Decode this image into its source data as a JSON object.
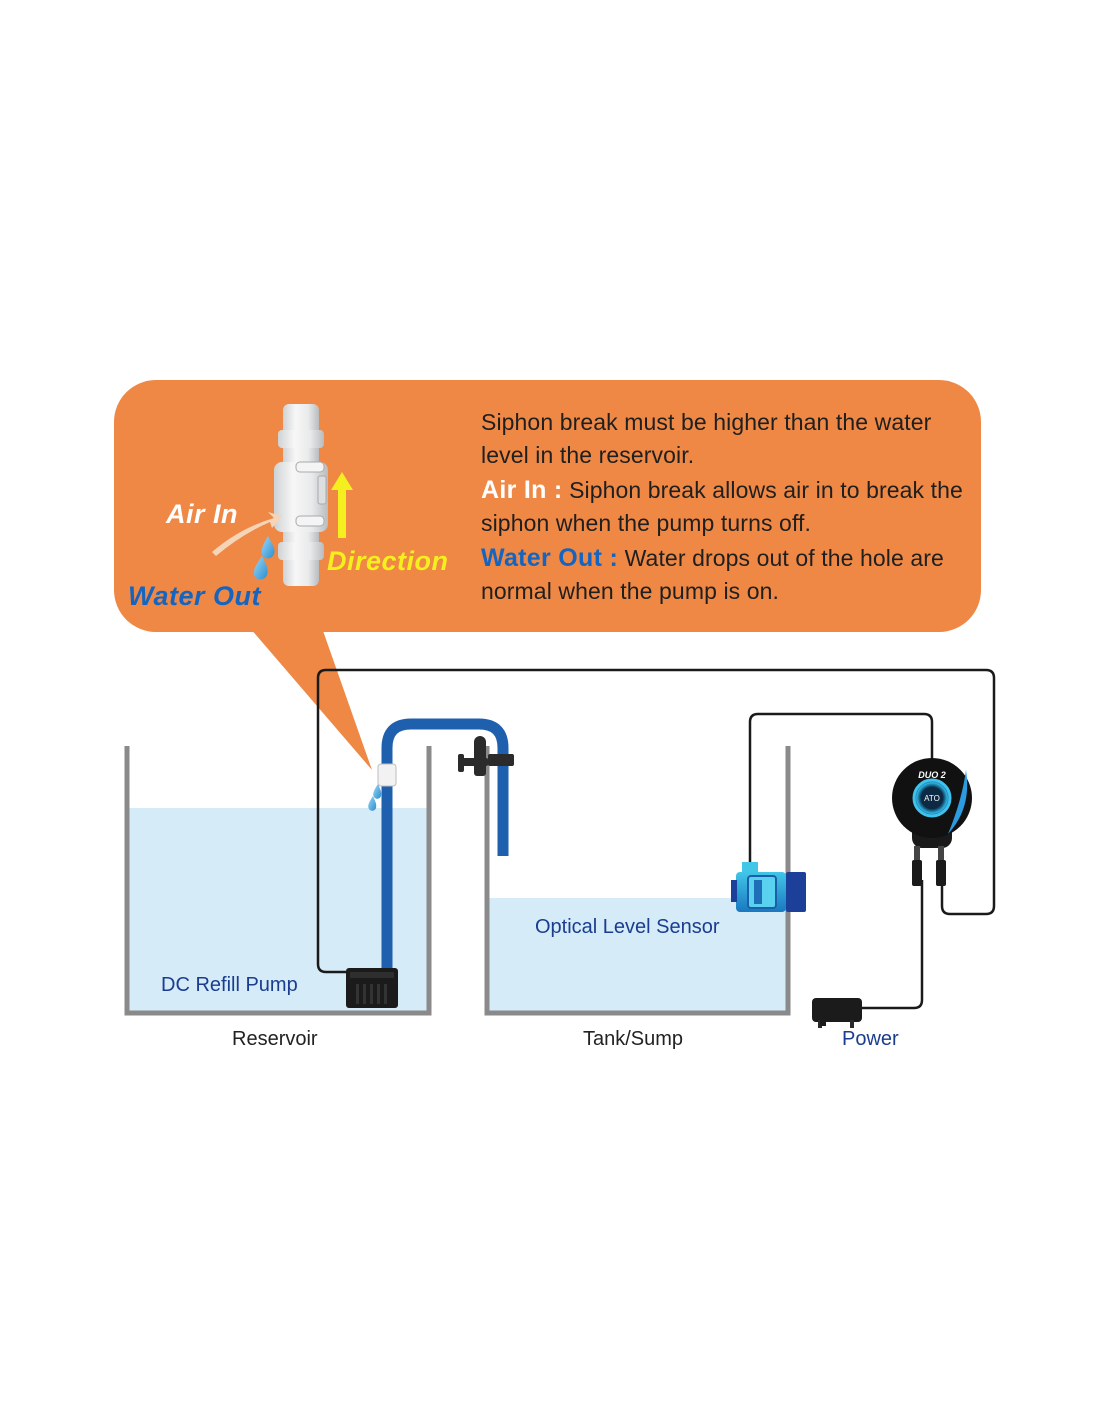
{
  "callout": {
    "line1": "Siphon break must be higher than the water level in the reservoir.",
    "air_in_term": "Air In :",
    "air_in_text": "Siphon break allows air in to break the siphon when the pump turns off.",
    "water_out_term": "Water Out :",
    "water_out_text": "Water drops out of the hole are normal when the pump is on.",
    "illustration": {
      "air_in_label": "Air In",
      "water_out_label": "Water Out",
      "direction_label": "Direction"
    }
  },
  "labels": {
    "dc_refill_pump": "DC Refill Pump",
    "reservoir": "Reservoir",
    "tank_sump": "Tank/Sump",
    "optical_level_sensor": "Optical Level Sensor",
    "power": "Power"
  },
  "controller": {
    "brand": "DUO 2",
    "ring_label": "ATO"
  },
  "colors": {
    "callout_bg": "#ee8844",
    "water": "#d5ebf7",
    "tube_blue": "#1e5fae",
    "direction_yellow": "#f5ef1f",
    "label_blue": "#1a3d8f"
  }
}
